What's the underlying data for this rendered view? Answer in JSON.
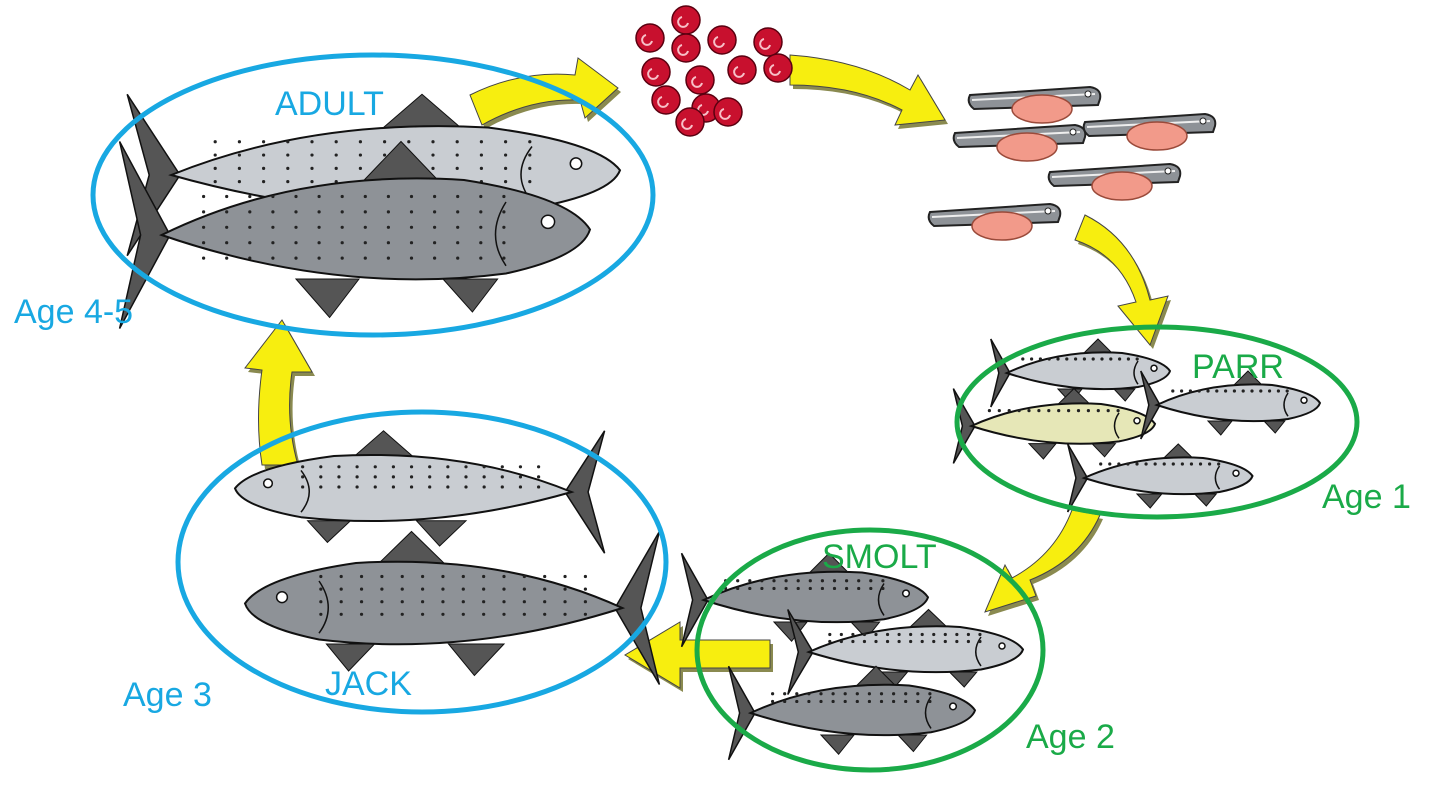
{
  "colors": {
    "adult_ring": "#18a8e2",
    "juvenile_ring": "#1aaa48",
    "arrow_fill": "#f7ee0f",
    "arrow_shadow": "#8a8a50",
    "egg": "#c8102e",
    "alevin_yolk": "#f29a8a",
    "fish_silver": "#c9cdd2",
    "fish_dark": "#8e9297",
    "fish_spots": "#222222",
    "parr_yellow": "#e6e7b7"
  },
  "stages": {
    "adult": {
      "label": "ADULT",
      "age": "Age 4-5"
    },
    "parr": {
      "label": "PARR",
      "age": "Age 1"
    },
    "smolt": {
      "label": "SMOLT",
      "age": "Age 2"
    },
    "jack": {
      "label": "JACK",
      "age": "Age 3"
    }
  }
}
